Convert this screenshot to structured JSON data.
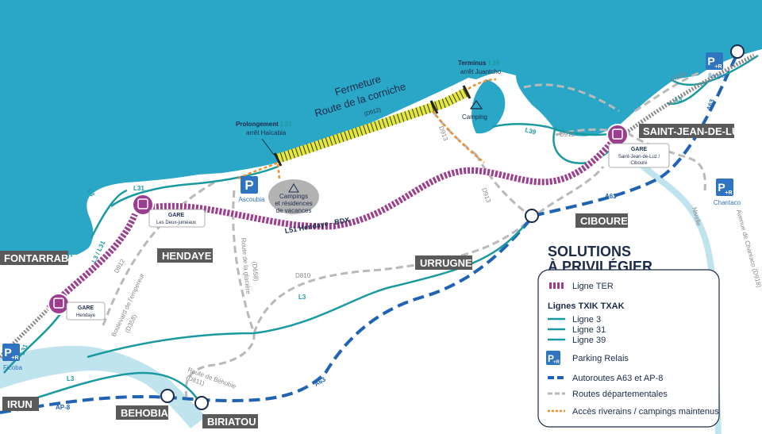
{
  "colors": {
    "sea": "#2aa7c6",
    "land": "#ffffff",
    "teal_line": "#1a9aa0",
    "ter": "#9b3e8e",
    "highway": "#1f63b2",
    "dept_road": "#b9b9b9",
    "access": "#ef8f2c",
    "closed_road": "#e3e83a",
    "town_label_bg": "#5a5a5a",
    "parking": "#2f74c0"
  },
  "closure": {
    "line1": "Fermeture",
    "line2": "Route de la corniche",
    "road": "(D912)"
  },
  "terminus": {
    "title": "Terminus",
    "line": "L39",
    "stop": "arrêt Juantcho"
  },
  "extension": {
    "title": "Prolongement",
    "line": "L31",
    "stop": "arrêt Haïcabia"
  },
  "camping_label": "Camping",
  "campings_area": [
    "Campings",
    "et résidences",
    "de vacances"
  ],
  "ter_route_label": "L51 Hendaye - BDX",
  "stations": [
    {
      "title": "GARE",
      "name": "Les Deux-jumeaux",
      "icon": "train-icon"
    },
    {
      "title": "GARE",
      "name": "Hendaye",
      "icon": "train-icon"
    },
    {
      "title": "GARE",
      "name": "Saint-Jean-de-Luz /",
      "name2": "Ciboure",
      "icon": "train-icon"
    }
  ],
  "towns": [
    "FONTARRABIE",
    "HENDAYE",
    "URRUGNE",
    "CIBOURE",
    "SAINT-JEAN-DE-LUZ",
    "IRUN",
    "BEHOBIA",
    "BIRIATOU"
  ],
  "parkings": [
    {
      "name": "Ascoubia",
      "icon": "parking-icon"
    },
    {
      "name": "Ilargia",
      "icon": "parking-relay-icon"
    },
    {
      "name": "Chantaco",
      "icon": "parking-relay-icon"
    },
    {
      "name": "Ficoba",
      "icon": "parking-relay-icon"
    }
  ],
  "line_labels": [
    "L3",
    "L31",
    "L3 / L31",
    "L39",
    "L3",
    "L3",
    "L3",
    "L31"
  ],
  "highway_labels": [
    "A63",
    "A63",
    "A63",
    "AP-8"
  ],
  "road_labels": {
    "d810_top": "D810",
    "d810_mid": "D810",
    "d912": "D912",
    "d913a": "D913",
    "d913b": "D913",
    "d912_hendaye": "D912",
    "glaciere": "Route de la glacière",
    "glaciere_code": "(D658)",
    "empereur": "Boulevard de l'empereur",
    "empereur_code": "(D358)",
    "behobie": "Route de Béhobie",
    "behobie_code": "(D811)",
    "nivelle": "Nivelle",
    "chantaco_ave": "Avenue de Chantaco (D918)"
  },
  "legend": {
    "title_line1": "SOLUTIONS",
    "title_line2": "À PRIVILÉGIER",
    "ter": "Ligne TER",
    "txik_title": "Lignes TXIK TXAK",
    "line3": "Ligne 3",
    "line31": "Ligne 31",
    "line39": "Ligne 39",
    "parking": "Parking Relais",
    "highways": "Autoroutes A63 et AP-8",
    "dept_roads": "Routes départementales",
    "access": "Accès riverains / campings maintenus"
  },
  "parking_symbol": "P",
  "relay_symbol": "+R"
}
